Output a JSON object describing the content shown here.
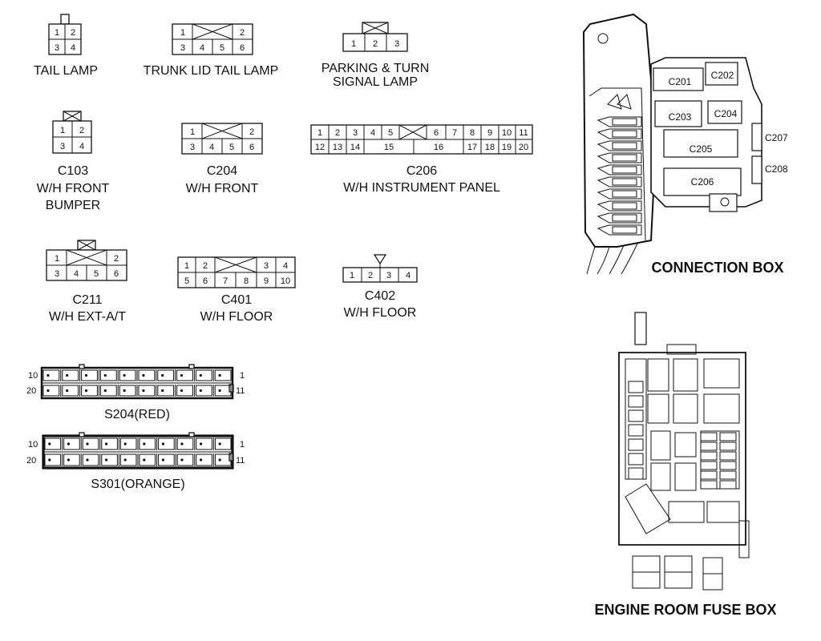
{
  "connectors": {
    "tail_lamp": {
      "caption": [
        "TAIL LAMP"
      ],
      "pins": [
        "1",
        "2",
        "3",
        "4"
      ]
    },
    "trunk_lid": {
      "caption": [
        "TRUNK LID TAIL LAMP"
      ],
      "pins": [
        "1",
        "2",
        "3",
        "4",
        "5",
        "6"
      ]
    },
    "parking_turn": {
      "caption": [
        "PARKING & TURN",
        "SIGNAL LAMP"
      ],
      "pins": [
        "1",
        "2",
        "3"
      ]
    },
    "c103": {
      "caption": [
        "C103",
        "W/H FRONT",
        "BUMPER"
      ],
      "pins": [
        "1",
        "2",
        "3",
        "4"
      ]
    },
    "c204": {
      "caption": [
        "C204",
        "W/H FRONT"
      ],
      "pins": [
        "1",
        "2",
        "3",
        "4",
        "5",
        "6"
      ]
    },
    "c206": {
      "caption": [
        "C206",
        "W/H INSTRUMENT PANEL"
      ],
      "pins": [
        "1",
        "2",
        "3",
        "4",
        "5",
        "6",
        "7",
        "8",
        "9",
        "10",
        "11",
        "12",
        "13",
        "14",
        "15",
        "16",
        "17",
        "18",
        "19",
        "20"
      ]
    },
    "c211": {
      "caption": [
        "C211",
        "W/H EXT-A/T"
      ],
      "pins": [
        "1",
        "2",
        "3",
        "4",
        "5",
        "6"
      ]
    },
    "c401": {
      "caption": [
        "C401",
        "W/H FLOOR"
      ],
      "pins": [
        "1",
        "2",
        "3",
        "4",
        "5",
        "6",
        "7",
        "8",
        "9",
        "10"
      ]
    },
    "c402": {
      "caption": [
        "C402",
        "W/H FLOOR"
      ],
      "pins": [
        "1",
        "2",
        "3",
        "4"
      ]
    },
    "s204": {
      "caption": [
        "S204(RED)"
      ],
      "ends": [
        "10",
        "1",
        "20",
        "11"
      ]
    },
    "s301": {
      "caption": [
        "S301(ORANGE)"
      ],
      "ends": [
        "10",
        "1",
        "20",
        "11"
      ]
    }
  },
  "connection_box": {
    "title": "CONNECTION BOX",
    "labels": [
      "C201",
      "C202",
      "C203",
      "C204",
      "C205",
      "C206",
      "C207",
      "C208"
    ]
  },
  "fuse_box": {
    "title": "ENGINE ROOM FUSE BOX"
  }
}
